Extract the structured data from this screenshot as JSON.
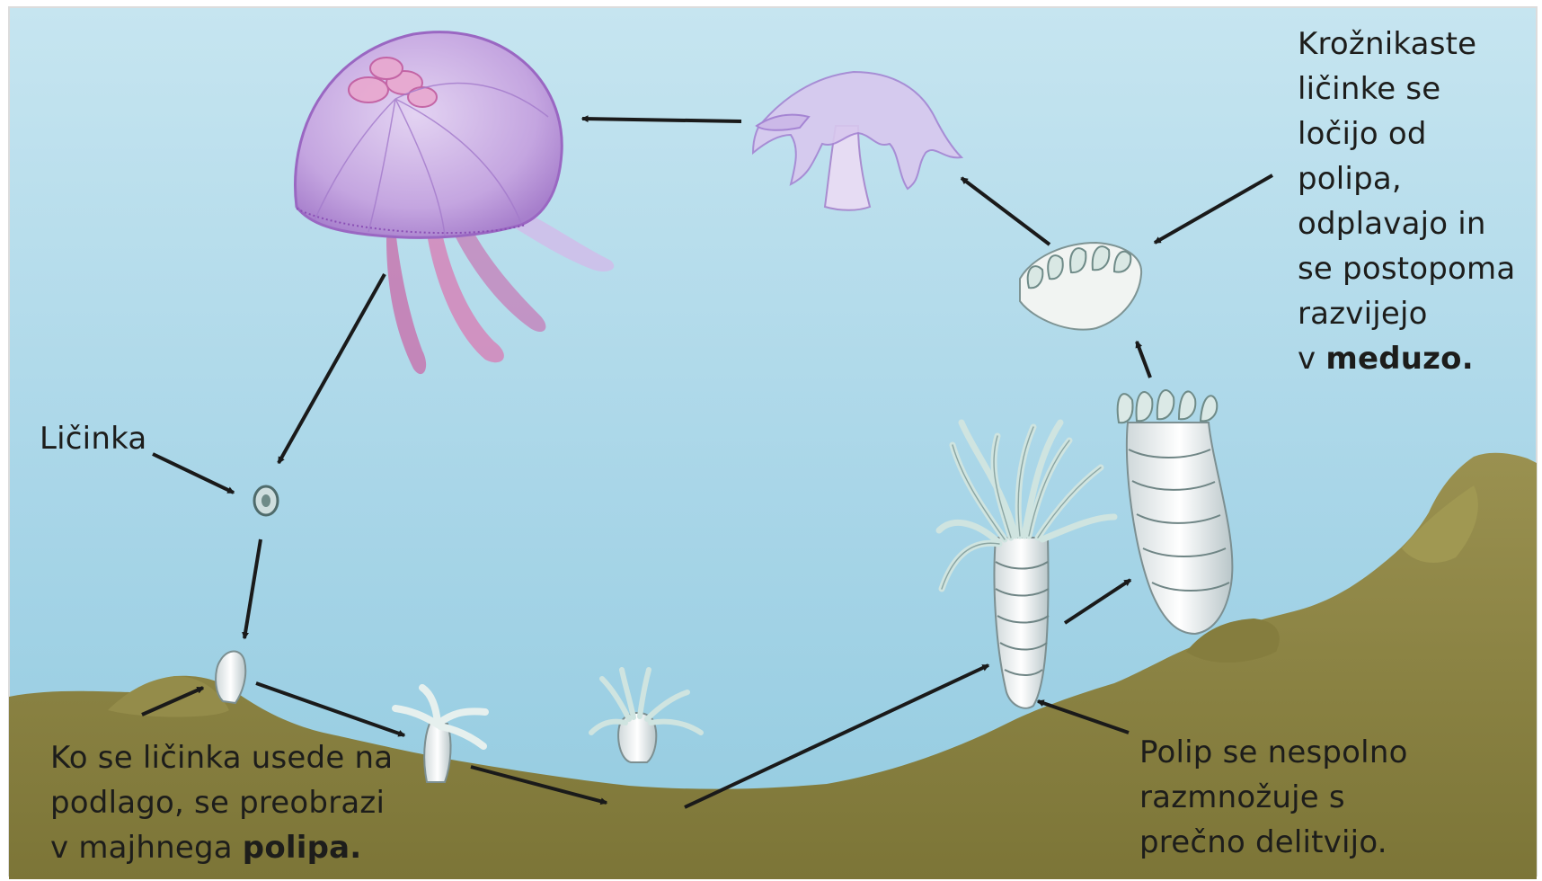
{
  "labels": {
    "larva": "Ličinka",
    "settle": {
      "line1": "Ko se ličinka usede na",
      "line2": "podlago, se preobrazi",
      "line3_pre": "v majhnega ",
      "line3_bold": "polipa."
    },
    "polyp": {
      "line1": "Polip se nespolno",
      "line2": "razmnožuje s",
      "line3": "prečno delitvijo."
    },
    "ephyra": {
      "line1": "Krožnikaste",
      "line2": "ličinke se",
      "line3": "ločijo od",
      "line4": "polipa,",
      "line5": "odplavajo in",
      "line6": "se postopoma",
      "line7": "razvijejo",
      "line8_pre": "v ",
      "line8_bold": "meduzo."
    }
  },
  "colors": {
    "water_top": "#c3e3ef",
    "water_bottom": "#9cd0e4",
    "ground": "#8c8443",
    "medusa": "#b58fd4",
    "arrow": "#1a1a1a"
  }
}
